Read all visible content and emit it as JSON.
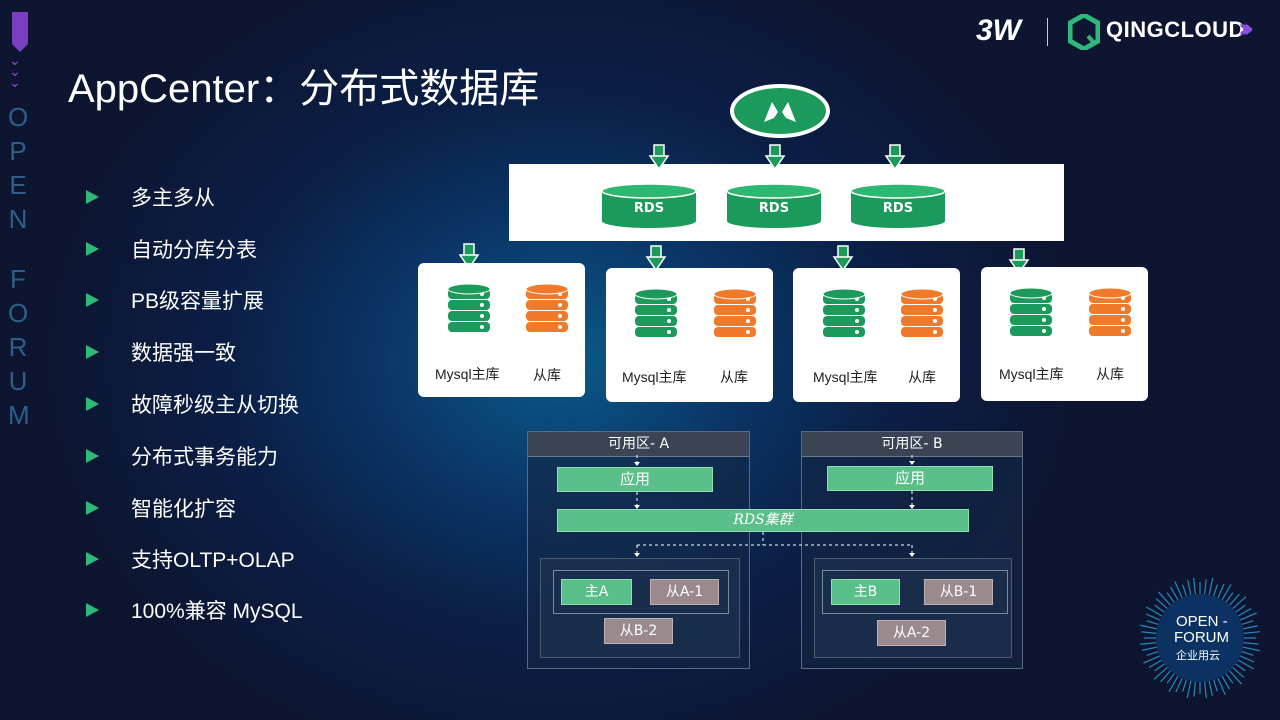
{
  "header": {
    "title": "AppCenter：分布式数据库",
    "brand_3w": "3W",
    "brand_qingcloud": "QINGCLOUD",
    "side_text": [
      "O",
      "P",
      "E",
      "N",
      "F",
      "O",
      "R",
      "U",
      "M"
    ]
  },
  "features": [
    "多主多从",
    "自动分库分表",
    "PB级容量扩展",
    "数据强一致",
    "故障秒级主从切换",
    "分布式事务能力",
    "智能化扩容",
    "支持OLTP+OLAP",
    "100%兼容 MySQL"
  ],
  "diagram": {
    "rds_labels": [
      "RDS",
      "RDS",
      "RDS"
    ],
    "nodes": [
      {
        "master": "Mysql主库",
        "slave": "从库"
      },
      {
        "master": "Mysql主库",
        "slave": "从库"
      },
      {
        "master": "Mysql主库",
        "slave": "从库"
      },
      {
        "master": "Mysql主库",
        "slave": "从库"
      }
    ],
    "zone_a": {
      "title": "可用区- A",
      "app": "应用",
      "master": "主A",
      "slave1": "从A-1",
      "slave2": "从B-2"
    },
    "zone_b": {
      "title": "可用区- B",
      "app": "应用",
      "master": "主B",
      "slave1": "从B-1",
      "slave2": "从A-2"
    },
    "rds_cluster": "RDS集群"
  },
  "footer_logo": {
    "line1": "OPEN -",
    "line2": "FORUM",
    "line3": "企业用云"
  },
  "colors": {
    "green": "#1c9a5c",
    "orange": "#f07a2a",
    "purple": "#7a3fc0",
    "accent_green": "#2eb87a"
  }
}
